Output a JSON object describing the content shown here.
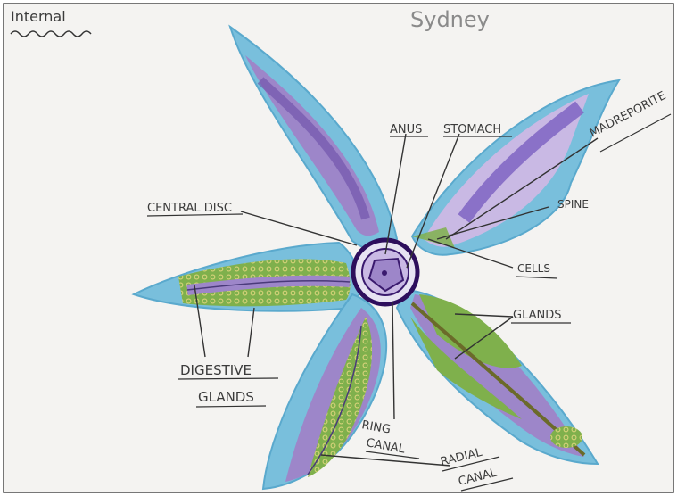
{
  "header": {
    "corner_label": "Internal",
    "name": "Sydney"
  },
  "labels": {
    "anus": "ANUS",
    "stomach": "STOMACH",
    "madreporite": "MADREPORITE",
    "central_disc": "CENTRAL DISC",
    "spine": "SPINE",
    "cells": "CELLS",
    "glands": "GLANDS",
    "digestive_1": "DIGESTIVE",
    "digestive_2": "GLANDS",
    "ring_1": "RING",
    "ring_2": "CANAL",
    "radial_1": "RADIAL",
    "radial_2": "CANAL"
  },
  "colors": {
    "paper": "#f4f3f1",
    "outer_blue": "#79bfdc",
    "inner_purple": "#9d86c9",
    "light_purple": "#c9b9e4",
    "green": "#7fb04c",
    "dark_purple": "#3a1a6e",
    "ink": "#3b3b3b"
  }
}
